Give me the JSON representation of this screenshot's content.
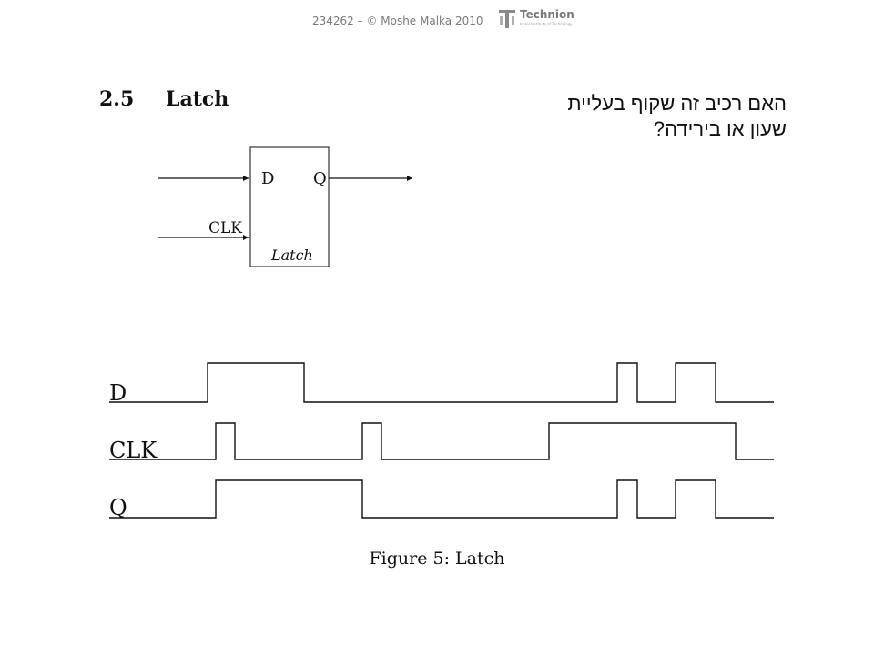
{
  "header": {
    "text": "234262 – © Moshe Malka 2010",
    "logo_name": "Technion",
    "logo_sub": "Israel Institute of Technology",
    "logo_icon": "technion-emblem-icon"
  },
  "section": {
    "number": "2.5",
    "title": "Latch"
  },
  "question": {
    "line1": "האם רכיב זה שקוף בעליית",
    "line2": "שעון או בירידה?"
  },
  "latch_block": {
    "pin_d": "D",
    "pin_q": "Q",
    "pin_clk": "CLK",
    "name": "Latch"
  },
  "timing": {
    "signals": [
      {
        "name": "D",
        "levels": [
          0,
          1,
          1,
          0,
          0,
          0,
          0,
          0,
          0,
          1,
          0,
          1,
          0
        ]
      },
      {
        "name": "CLK",
        "levels": [
          0,
          1,
          0,
          0,
          1,
          0,
          0,
          1,
          1,
          1,
          1,
          1,
          0
        ]
      },
      {
        "name": "Q",
        "levels": [
          0,
          1,
          1,
          1,
          0,
          0,
          0,
          0,
          0,
          1,
          0,
          1,
          0
        ]
      }
    ]
  },
  "caption": "Figure 5: Latch"
}
